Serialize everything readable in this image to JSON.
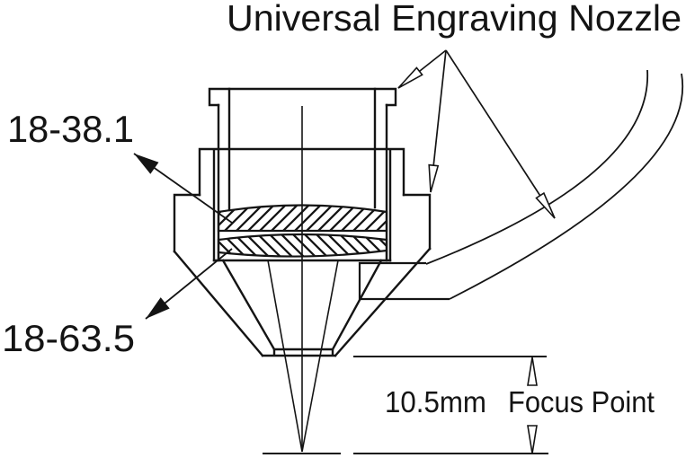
{
  "title": "Universal Engraving Nozzle",
  "labels": {
    "lens_top": "18-38.1",
    "lens_bottom": "18-63.5",
    "focus_distance": "10.5mm",
    "focus_point": "Focus Point"
  },
  "colors": {
    "line": "#141414",
    "background": "#ffffff"
  }
}
